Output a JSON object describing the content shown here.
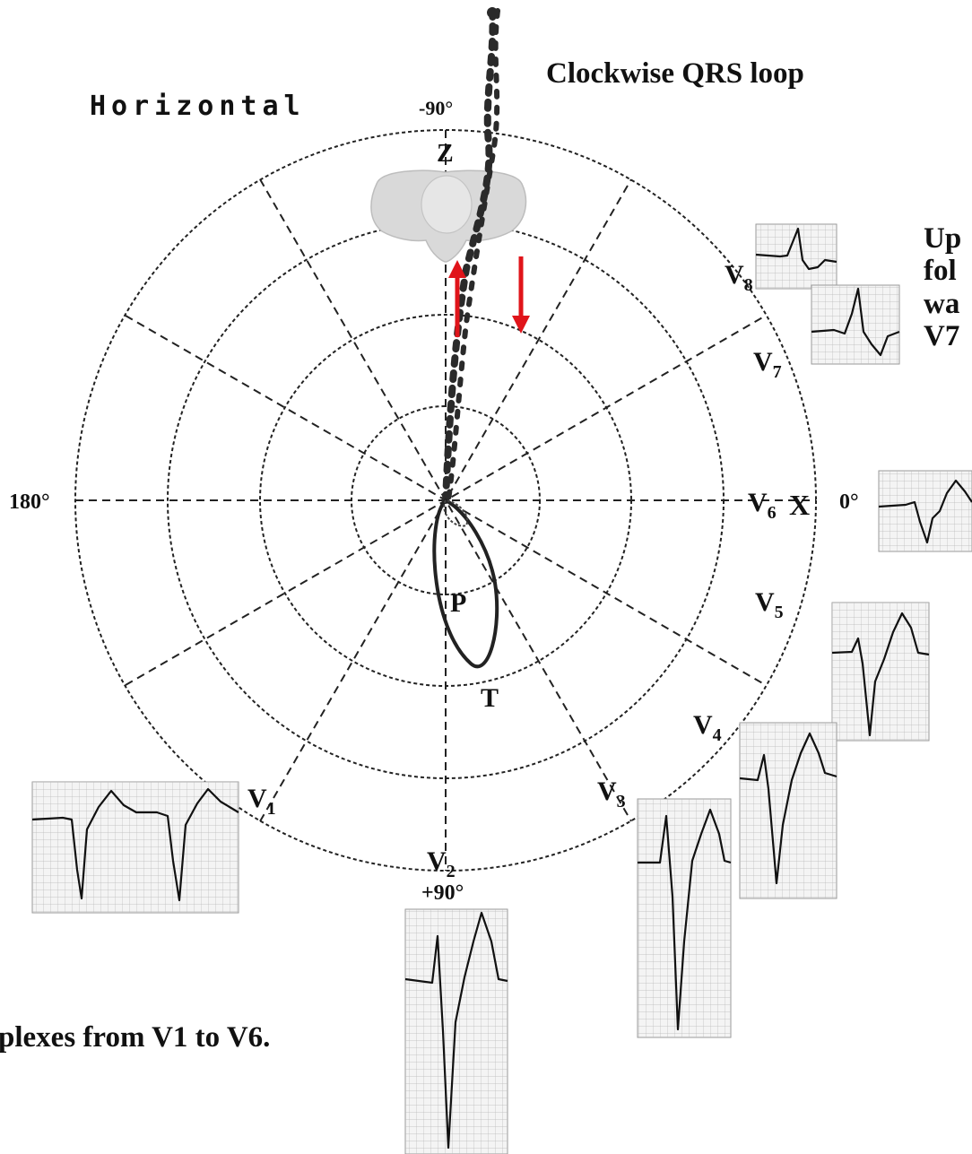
{
  "title": "Horizontal",
  "qrs_label": "Clockwise QRS loop",
  "angles": {
    "top": "-90°",
    "bottom": "+90°",
    "left": "180°",
    "right": "0°"
  },
  "axes": {
    "z": "Z",
    "x": "X"
  },
  "loop_labels": {
    "p": "P",
    "t": "T"
  },
  "leads": [
    {
      "name": "V",
      "sub": "1"
    },
    {
      "name": "V",
      "sub": "2"
    },
    {
      "name": "V",
      "sub": "3"
    },
    {
      "name": "V",
      "sub": "4"
    },
    {
      "name": "V",
      "sub": "5"
    },
    {
      "name": "V",
      "sub": "6"
    },
    {
      "name": "V",
      "sub": "7"
    },
    {
      "name": "V",
      "sub": "8"
    }
  ],
  "right_note_lines": [
    "Up",
    "fol",
    "wa",
    "V7"
  ],
  "bottom_note": "plexes from V1 to V6.",
  "colors": {
    "arrow": "#e0141a",
    "z_label": "#3cb371",
    "x_label": "#3a3ad0",
    "torso": "#d9d9d9"
  }
}
